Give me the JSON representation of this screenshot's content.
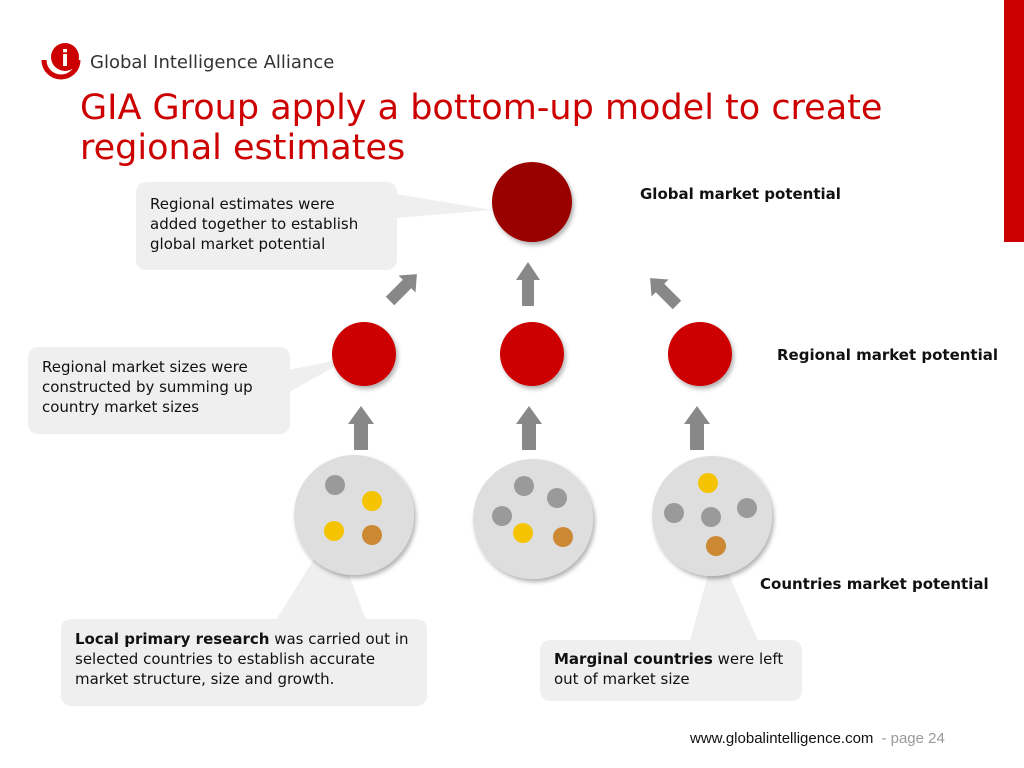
{
  "logo": {
    "text": "Global Intelligence Alliance",
    "mark_letter": "i"
  },
  "title": "GIA Group apply a bottom-up model to create regional estimates",
  "levels": {
    "global": "Global market potential",
    "regional": "Regional market potential",
    "countries": "Countries market potential"
  },
  "callouts": {
    "global_sum": "Regional estimates were added together to establish global market potential",
    "regional_sum": "Regional market sizes were constructed by summing up country market sizes",
    "primary_research": {
      "bold": "Local primary research",
      "rest": " was carried out in selected countries to establish accurate market structure, size and growth."
    },
    "marginal": {
      "bold": "Marginal countries",
      "rest": " were left out of market size"
    }
  },
  "footer": {
    "url": "www.globalintelligence.com",
    "page": "- page 24"
  },
  "colors": {
    "accent": "#cc0000",
    "global_node": "#990000",
    "regional_node": "#cc0000",
    "researched_country": "#f5c400",
    "marginal_country": "#cc8833",
    "other_country": "#9a9a9a"
  }
}
